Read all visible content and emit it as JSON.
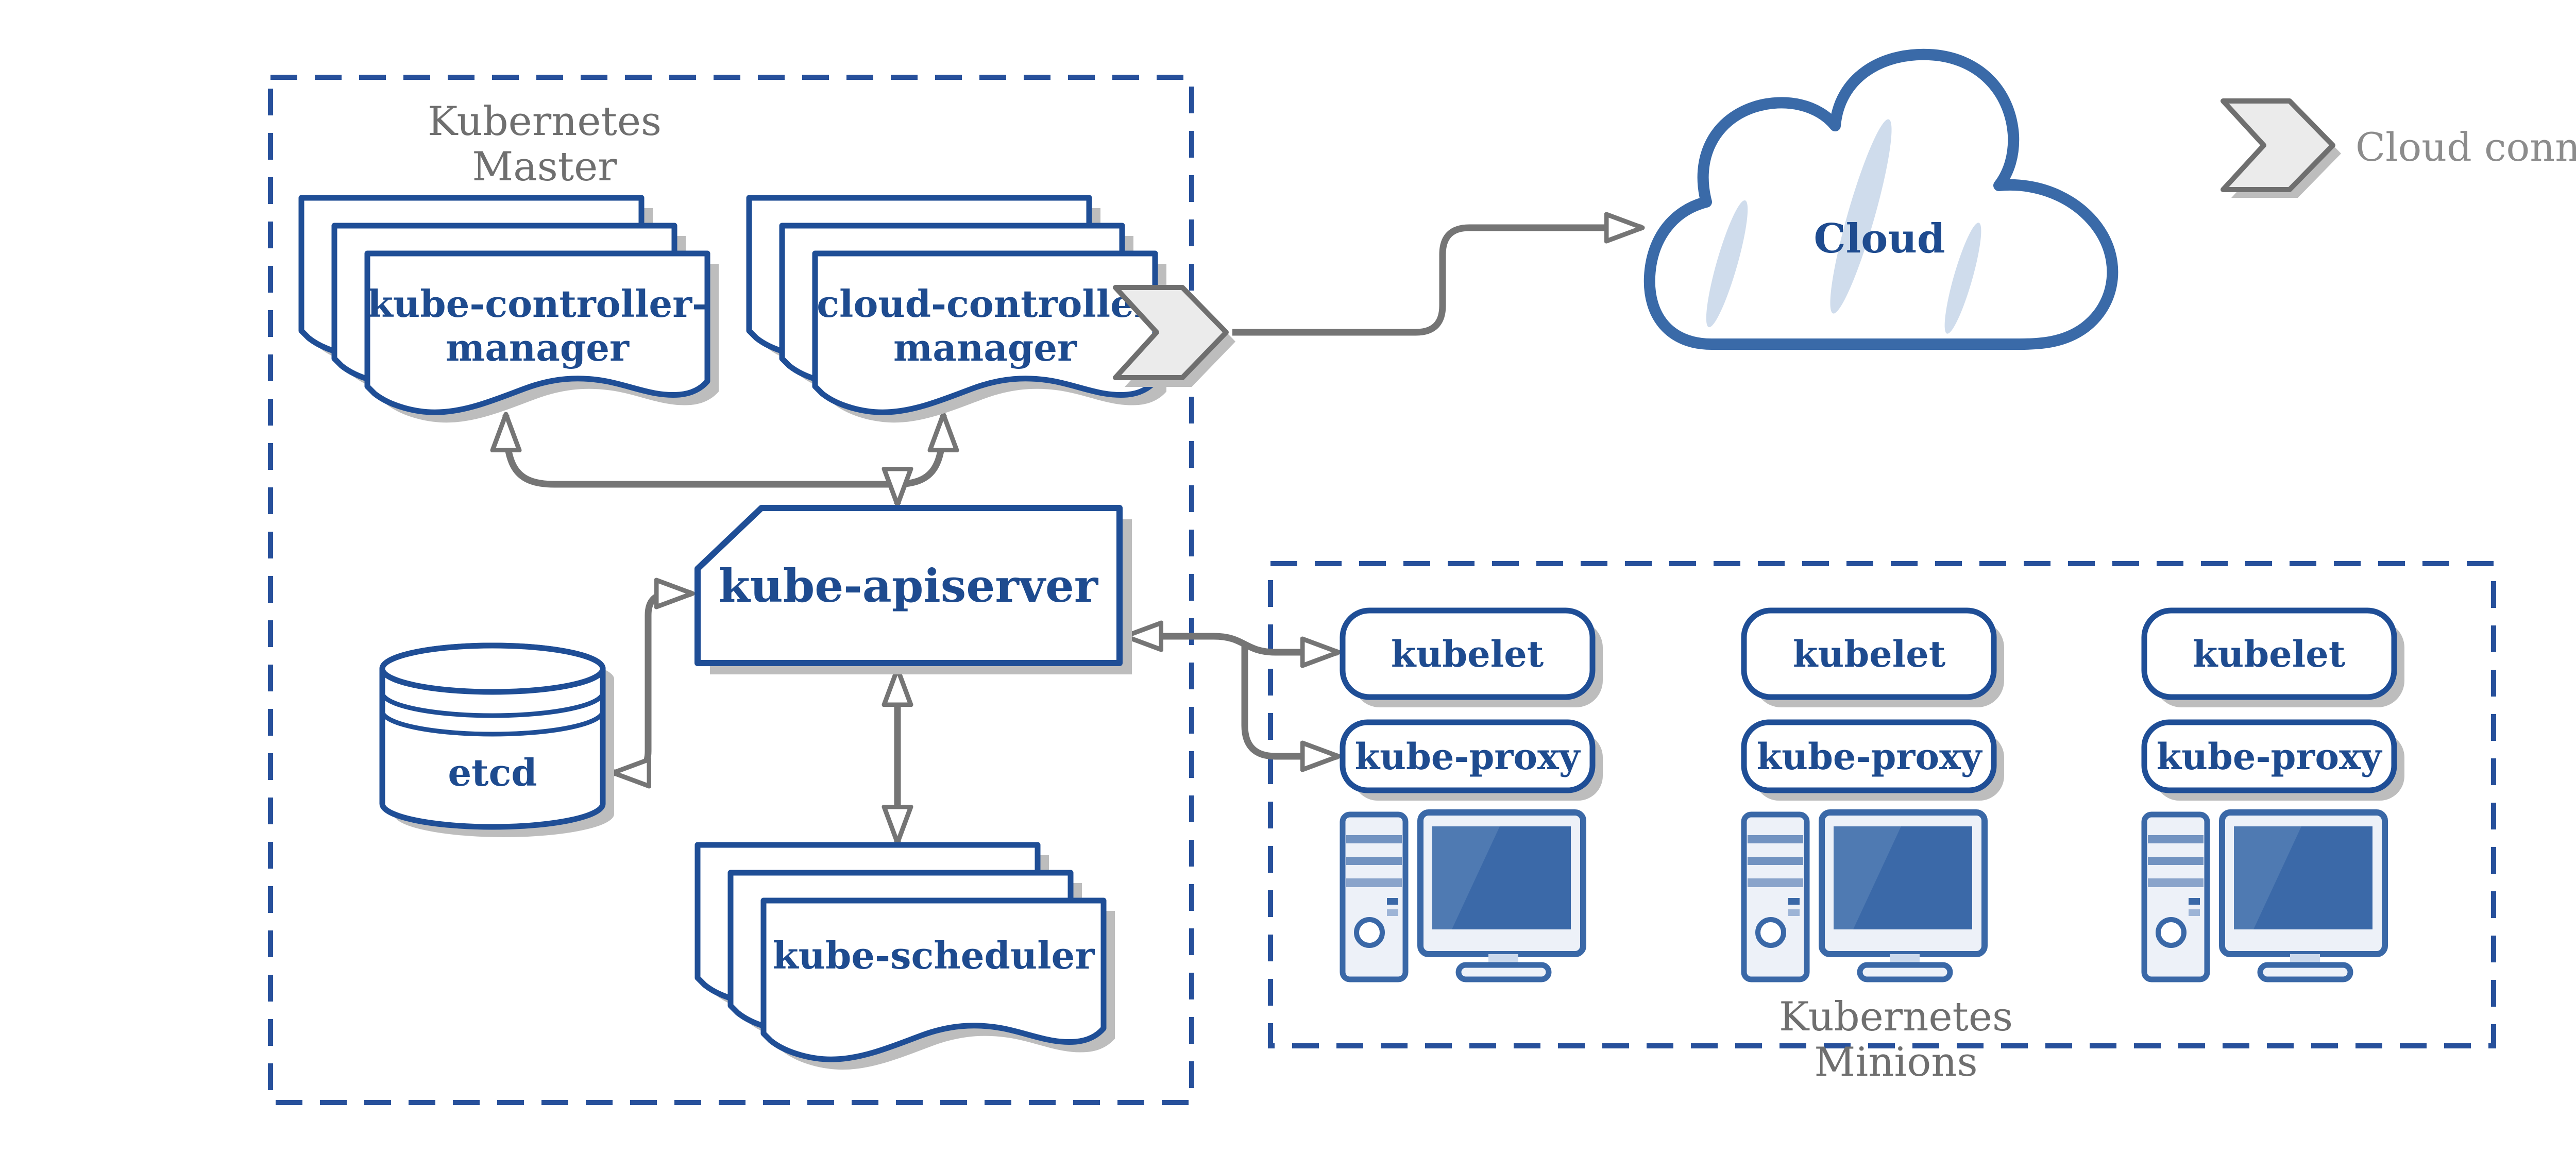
{
  "master": {
    "label_line1": "Kubernetes",
    "label_line2": "Master",
    "kube_controller_manager": {
      "line1": "kube-controller-",
      "line2": "manager"
    },
    "cloud_controller_manager": {
      "line1": "cloud-controller",
      "line2": "manager"
    },
    "kube_apiserver": "kube-apiserver",
    "etcd": "etcd",
    "kube_scheduler": "kube-scheduler"
  },
  "cloud": {
    "label": "Cloud"
  },
  "legend": {
    "label": "Cloud connector"
  },
  "minions": {
    "label_line1": "Kubernetes",
    "label_line2": "Minions",
    "nodes": [
      {
        "kubelet": "kubelet",
        "kube_proxy": "kube-proxy"
      },
      {
        "kubelet": "kubelet",
        "kube_proxy": "kube-proxy"
      },
      {
        "kubelet": "kubelet",
        "kube_proxy": "kube-proxy"
      }
    ]
  },
  "colors": {
    "box_border_blue": "#1f4e96",
    "text_blue": "#1e4b8f",
    "dashed_blue": "#27509b",
    "cloud_border_blue": "#3a6aa8",
    "cloud_sheen": "#cfdcec",
    "arrow_gray": "#757575",
    "shadow_gray": "#bdbdbd",
    "label_gray": "#6f6f6f",
    "legend_gray": "#8c8c8c",
    "workstation_outline": "#3a68a7",
    "screen_blue": "#3b69a8"
  }
}
